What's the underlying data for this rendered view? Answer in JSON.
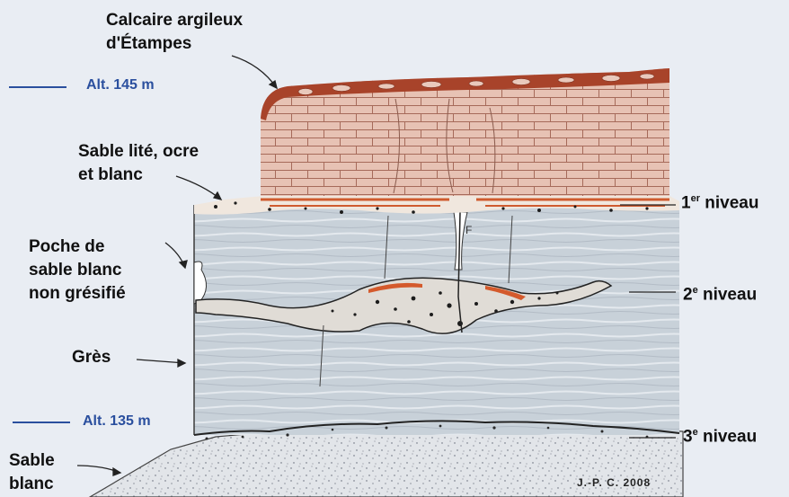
{
  "labels": {
    "calcaire_line1": "Calcaire argileux",
    "calcaire_line2": "d'Étampes",
    "sable_lite_line1": "Sable lité, ocre",
    "sable_lite_line2": "et blanc",
    "poche_line1": "Poche de",
    "poche_line2": "sable blanc",
    "poche_line3": "non grésifié",
    "gres": "Grès",
    "sable_blanc_line1": "Sable",
    "sable_blanc_line2": "blanc"
  },
  "altitudes": {
    "top": "Alt. 145 m",
    "bottom": "Alt. 135 m"
  },
  "niveaux": {
    "n1_num": "1",
    "n1_sup": "er",
    "n1_word": " niveau",
    "n2_num": "2",
    "n2_sup": "e",
    "n2_word": " niveau",
    "n3_num": "3",
    "n3_sup": "e",
    "n3_word": " niveau"
  },
  "credit": "J.-P. C. 2008",
  "colors": {
    "background": "#e9edf3",
    "altitude_blue": "#2a4f9e",
    "limestone": "#e7bfb0",
    "ochre": "#c85a30",
    "sandstone": "#c9d2da"
  }
}
